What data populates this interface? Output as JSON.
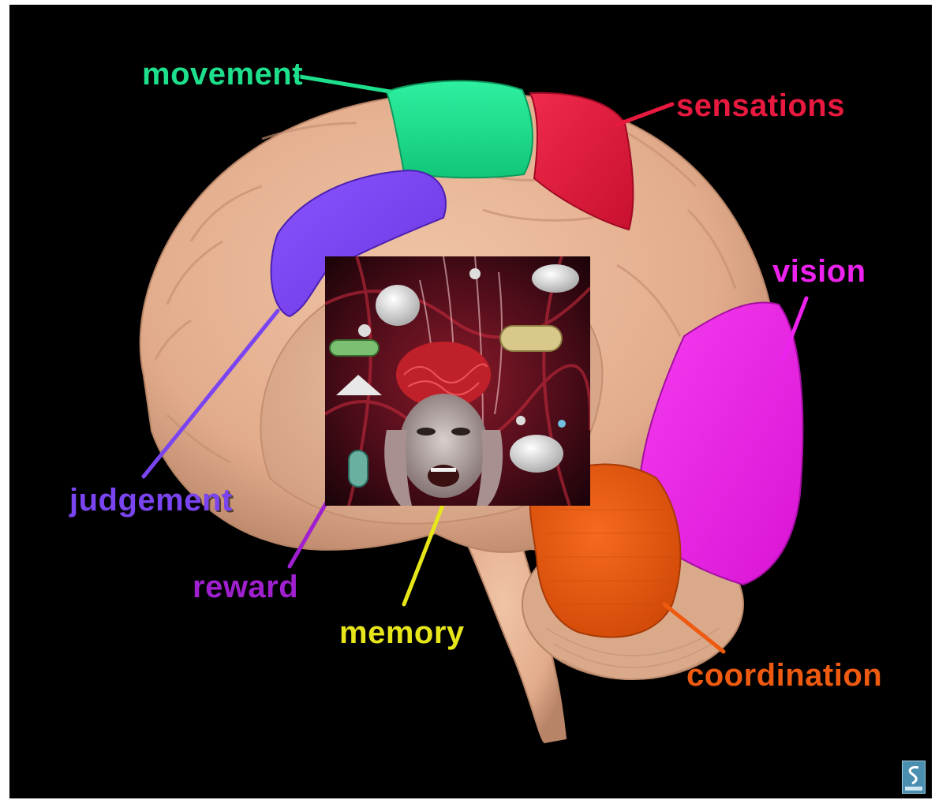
{
  "regions": [
    {
      "key": "movement",
      "label": "movement",
      "color": "#1ee08c"
    },
    {
      "key": "sensations",
      "label": "sensations",
      "color": "#e8193f"
    },
    {
      "key": "vision",
      "label": "vision",
      "color": "#ee22ee"
    },
    {
      "key": "judgement",
      "label": "judgement",
      "color": "#7a45f0"
    },
    {
      "key": "reward",
      "label": "reward",
      "color": "#a020d0"
    },
    {
      "key": "memory",
      "label": "memory",
      "color": "#e6e61a"
    },
    {
      "key": "coordination",
      "label": "coordination",
      "color": "#ee5a10"
    }
  ],
  "colors": {
    "background": "#000000",
    "brain_tissue": "#e8b596",
    "brain_shadow": "#c99477"
  },
  "logo_icon": "publisher-logo-icon"
}
